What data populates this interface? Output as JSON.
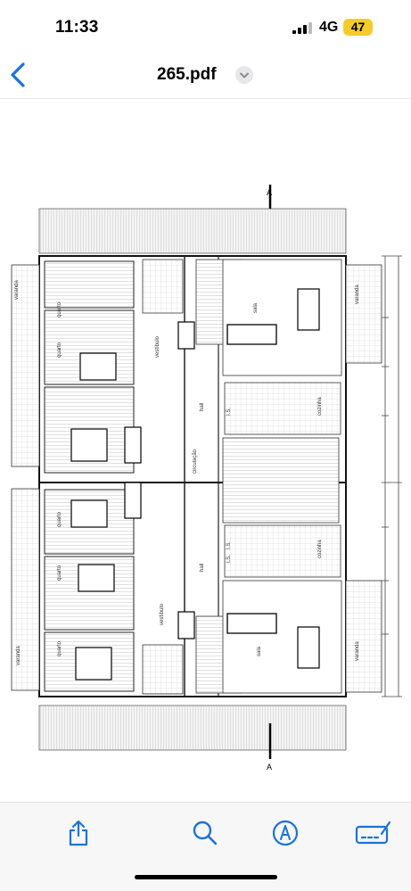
{
  "status_bar": {
    "time": "11:33",
    "network": "4G",
    "battery": "47"
  },
  "nav": {
    "title": "265.pdf"
  },
  "icons": {
    "back": "chevron-left-icon",
    "title_menu": "chevron-down-icon",
    "share": "share-icon",
    "search": "search-icon",
    "markup": "markup-pen-icon",
    "signature": "signature-icon"
  },
  "colors": {
    "accent": "#1a73d9",
    "battery": "#f5cb2b"
  },
  "drawing": {
    "section_marks": [
      "A",
      "A"
    ],
    "rooms_top": [
      "varanda",
      "quarto",
      "quarto",
      "vestíbulo",
      "sala",
      "cozinha",
      "varanda",
      "hall",
      "I.S."
    ],
    "rooms_mid": [
      "circulação",
      "quarto",
      "I.S."
    ],
    "rooms_bottom": [
      "quarto",
      "quarto",
      "varanda",
      "vestíbulo",
      "hall",
      "cozinha",
      "sala",
      "varanda",
      "I.S."
    ]
  }
}
